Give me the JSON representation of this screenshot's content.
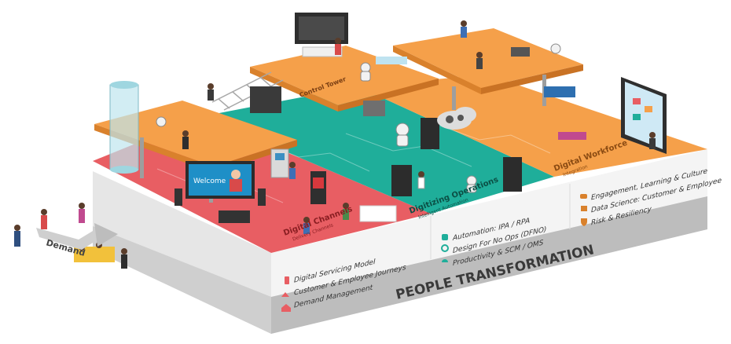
{
  "zones": {
    "digital_channels": {
      "title": "Digital Channels",
      "subtitle": "Delivery Channels",
      "items": [
        "Digital Servicing Model",
        "Customer & Employee Journeys",
        "Demand Management"
      ]
    },
    "digitizing_operations": {
      "title": "Digitizing Operations",
      "subtitle": "Intelligent Automation",
      "items": [
        "Automation: IPA / RPA",
        "Design For No Ops (DFNO)",
        "Productivity & SCM / OMS"
      ]
    },
    "digital_workforce": {
      "title": "Digital Workforce",
      "subtitle": "Integration",
      "items": [
        "Engagement, Learning & Culture",
        "Data Science: Customer & Employee",
        "Risk & Resiliency"
      ]
    },
    "control_tower": {
      "title": "Control Tower"
    }
  },
  "base_label": "PEOPLE TRANSFORMATION",
  "demand_label": "Demand",
  "welcome_screen": "Welcome",
  "colors": {
    "orange": "#F5A04A",
    "orange_dark": "#D9812C",
    "red": "#E85E63",
    "teal": "#1FAE9A",
    "grey_side": "#E8E8E8",
    "grey_band": "#BEBEBE"
  },
  "icons": [
    "mobile-icon",
    "journey-icon",
    "demand-icon",
    "robot-icon",
    "gear-icon",
    "gauge-icon",
    "people-icon",
    "data-icon",
    "shield-icon"
  ]
}
